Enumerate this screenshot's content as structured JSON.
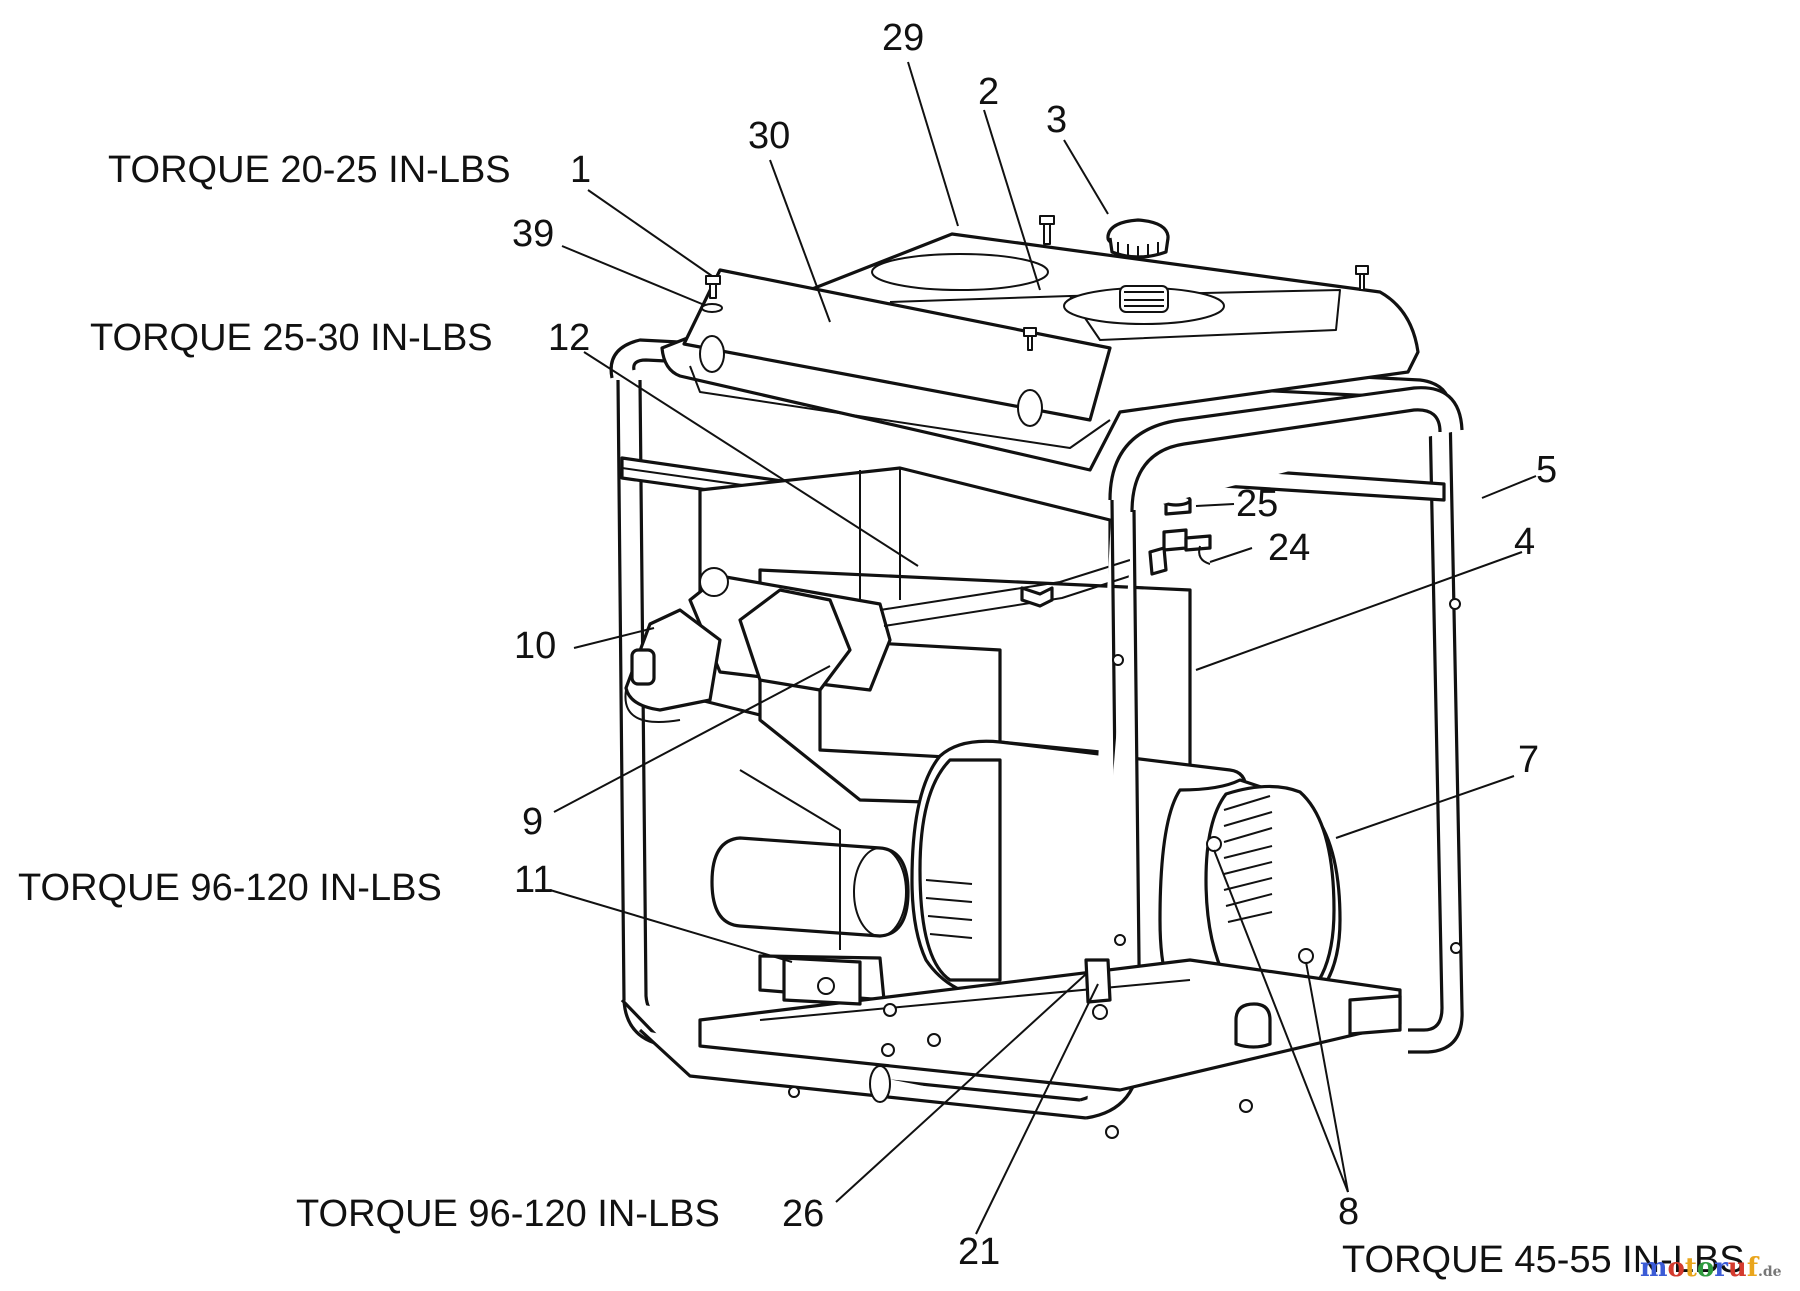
{
  "diagram": {
    "part_labels": {
      "p1": "1",
      "p2": "2",
      "p3": "3",
      "p4": "4",
      "p5": "5",
      "p7": "7",
      "p8": "8",
      "p9": "9",
      "p10": "10",
      "p11": "11",
      "p12": "12",
      "p21": "21",
      "p24": "24",
      "p25": "25",
      "p26": "26",
      "p29": "29",
      "p30": "30",
      "p39": "39"
    },
    "torque_notes": {
      "t1": "TORQUE 20-25 IN-LBS",
      "t12": "TORQUE 25-30 IN-LBS",
      "t11": "TORQUE 96-120 IN-LBS",
      "t26": "TORQUE 96-120 IN-LBS",
      "t8": "TORQUE 45-55 IN-LBS"
    },
    "watermark": {
      "text": "motoruf",
      "suffix": ".de",
      "colors": [
        "#3b5bd6",
        "#d43a2e",
        "#e9a51c",
        "#2f9a3e"
      ]
    }
  }
}
